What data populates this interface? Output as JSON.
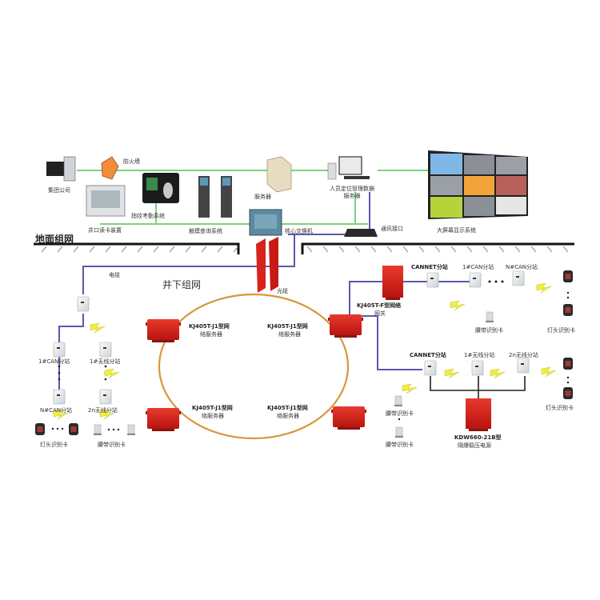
{
  "sections": {
    "surface": "地面组网",
    "underground": "井下组网"
  },
  "surface_devices": {
    "group_company": "集团公司",
    "firewall": "防火墙",
    "gate_reader": "井口读卡装置",
    "attendance": "指纹考勤系统",
    "query_kiosk": "触摸查询系统",
    "server": "服务器",
    "admin_pc": "人员定位管理数据服务器",
    "comm_interface": "通讯接口",
    "video_wall": "大屏幕显示系统",
    "core_switch": "核心交换机"
  },
  "links": {
    "cable": "电缆",
    "fiber": "光缆"
  },
  "ring_switches": [
    {
      "model": "KJ405T-J1型网",
      "desc": "络服务器"
    },
    {
      "model": "KJ405T-J1型网",
      "desc": "络服务器"
    },
    {
      "model": "KJ405T-J1型网",
      "desc": "络服务器"
    },
    {
      "model": "KJ405T-J1型网",
      "desc": "络服务器"
    }
  ],
  "left_branch": {
    "can_station_1": "1#CAN分站",
    "wireless_station_1": "1#无线分站",
    "can_station_n": "N#CAN分站",
    "wireless_station_2n": "2n无线分站",
    "lamp_card": "灯头识别卡",
    "belt_card": "腰带识别卡"
  },
  "right_top": {
    "gateway": "KJ405T-F型网络",
    "gateway_desc": "网关",
    "cannet": "CANNET分站",
    "can_1": "1#CAN分站",
    "can_n": "N#CAN分站",
    "belt_card": "腰带识别卡",
    "lamp_card": "灯头识别卡"
  },
  "right_bottom": {
    "cannet": "CANNET分站",
    "wireless_1": "1#无线分站",
    "wireless_2n": "2n无线分站",
    "belt_card_1": "腰带识别卡",
    "belt_card_2": "腰带识别卡",
    "lamp_card": "灯头识别卡",
    "power_model": "KDW660-21B型",
    "power_desc": "隔爆稳压电源"
  },
  "colors": {
    "ethernet": "#7fd07f",
    "can_bus": "#5a5aa8",
    "fiber_ring": "#d9963c",
    "switch_red": "#d8231d",
    "wireless": "#e8e84a",
    "ground": "#111111"
  }
}
